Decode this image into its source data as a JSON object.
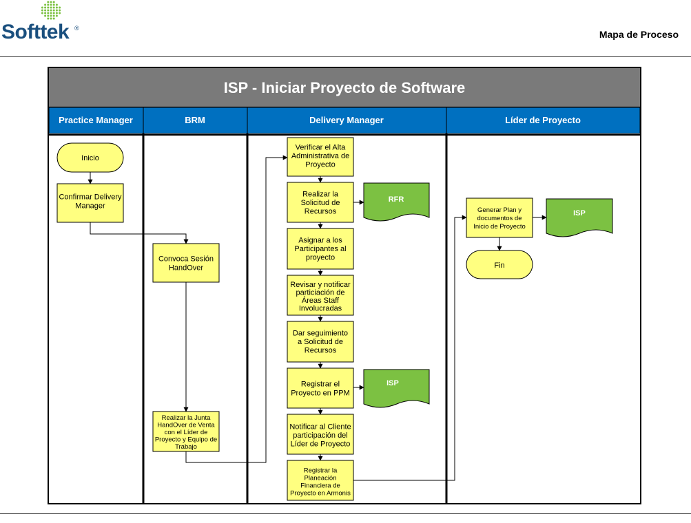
{
  "header": {
    "logo_text": "Softtek",
    "logo_mark": "®",
    "page_title": "Mapa de Proceso"
  },
  "diagram": {
    "title": "ISP - Iniciar Proyecto de Software",
    "lanes": [
      {
        "id": "pm",
        "label": "Practice Manager"
      },
      {
        "id": "brm",
        "label": "BRM"
      },
      {
        "id": "dm",
        "label": "Delivery Manager"
      },
      {
        "id": "lp",
        "label": "Líder de Proyecto"
      }
    ],
    "nodes": {
      "inicio": {
        "lines": [
          "Inicio"
        ]
      },
      "confirmar": {
        "lines": [
          "Confirmar Delivery",
          "Manager"
        ]
      },
      "convoca": {
        "lines": [
          "Convoca Sesión",
          "HandOver"
        ]
      },
      "junta": {
        "lines": [
          "Realizar la Junta",
          "HandOver de Venta",
          "con el Líder de",
          "Proyecto y Equipo de",
          "Trabajo"
        ]
      },
      "verificar": {
        "lines": [
          "Verificar el Alta",
          "Administrativa de",
          "Proyecto"
        ]
      },
      "solicitud": {
        "lines": [
          "Realizar  la",
          "Solicitud de",
          "Recursos"
        ]
      },
      "rfr": {
        "lines": [
          "RFR"
        ]
      },
      "asignar": {
        "lines": [
          "Asignar a los",
          "Participantes al",
          "proyecto"
        ]
      },
      "revisar": {
        "lines": [
          "Revisar y notificar",
          "particiación de",
          "Áreas Staff",
          "Involucradas"
        ]
      },
      "seguimiento": {
        "lines": [
          "Dar  seguimiento",
          "a Solicitud de",
          "Recursos"
        ]
      },
      "registrar_ppm": {
        "lines": [
          "Registrar  el",
          "Proyecto en PPM"
        ]
      },
      "isp_dm": {
        "lines": [
          "ISP"
        ]
      },
      "notificar": {
        "lines": [
          "Notificar al Cliente",
          "participación del",
          "Líder de Proyecto"
        ]
      },
      "planeacion": {
        "lines": [
          "Registrar la",
          "Planeación",
          "Financiera de",
          "Proyecto en Armonis"
        ]
      },
      "generar": {
        "lines": [
          "Generar Plan y",
          "documentos de",
          "Inicio de Proyecto"
        ]
      },
      "isp_lp": {
        "lines": [
          "ISP"
        ]
      },
      "fin": {
        "lines": [
          "Fin"
        ]
      }
    }
  },
  "colors": {
    "title_bar": "#7a7a7a",
    "lane_header": "#0070c0",
    "process_fill": "#ffff80",
    "document_fill": "#7cc142",
    "logo_blue": "#1a4f7e",
    "logo_dots": "#7cc142"
  }
}
